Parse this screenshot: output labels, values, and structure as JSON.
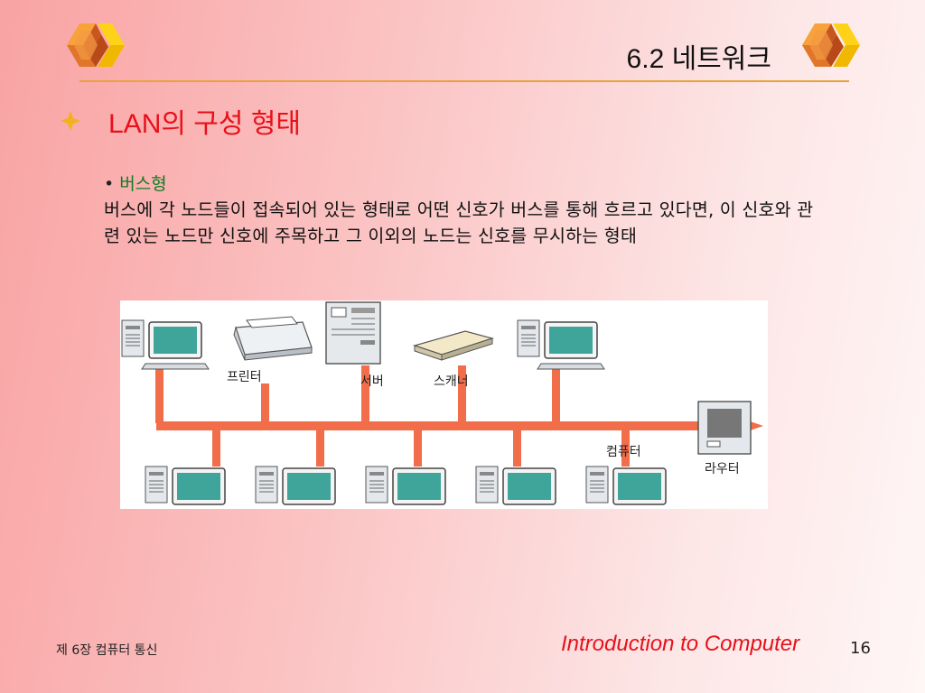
{
  "header": {
    "section_title": "6.2 네트워크",
    "accent_color": "#e9a23b"
  },
  "content": {
    "heading": "LAN의 구성 형태",
    "subheading": "버스형",
    "description": "버스에 각 노드들이 접속되어 있는 형태로 어떤 신호가 버스를 통해 흐르고 있다면, 이 신호와 관련 있는 노드만 신호에 주목하고 그 이외의 노드는 신호를 무시하는 형태"
  },
  "diagram": {
    "labels": {
      "printer": "프린터",
      "server": "서버",
      "scanner": "스캐너",
      "computer": "컴퓨터",
      "router": "라우터"
    },
    "bus_color": "#f26d4a",
    "monitor_screen_color": "#3fa49a"
  },
  "footer": {
    "chapter": "제 6장 컴퓨터 통신",
    "course": "Introduction to Computer",
    "page": "16"
  }
}
